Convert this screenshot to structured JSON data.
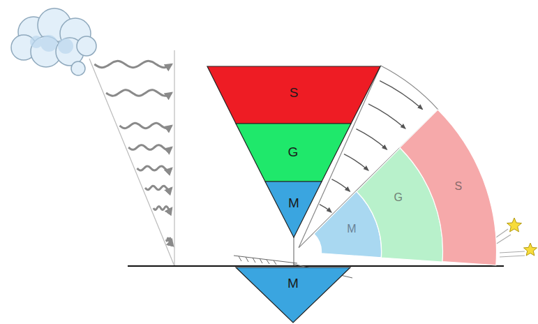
{
  "diagram": {
    "nodes": [
      {
        "text": [
          "S"
        ]
      },
      {
        "text": [
          "G"
        ]
      },
      {
        "text": [
          "M"
        ]
      },
      {
        "text": [
          "M"
        ]
      },
      {
        "text": [
          "M"
        ]
      },
      {
        "text": [
          "G"
        ]
      },
      {
        "text": [
          "S"
        ]
      }
    ]
  }
}
